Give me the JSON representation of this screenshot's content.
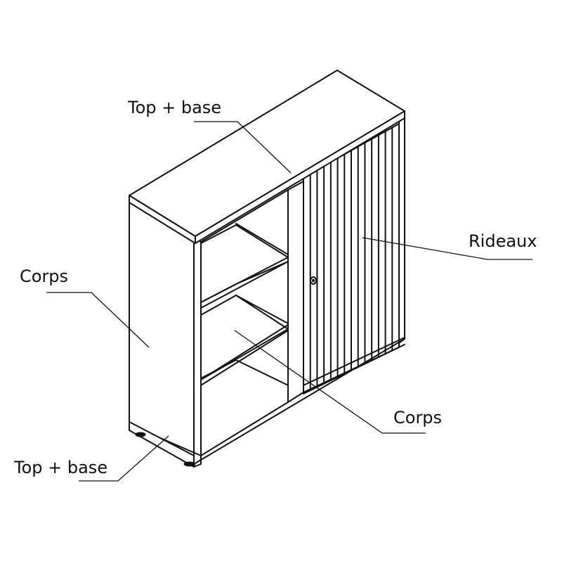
{
  "labels": {
    "top_base_upper": "Top + base",
    "rideaux": "Rideaux",
    "corps_left": "Corps",
    "corps_right": "Corps",
    "top_base_lower": "Top + base"
  },
  "colors": {
    "line": "#111111",
    "background": "#ffffff"
  }
}
